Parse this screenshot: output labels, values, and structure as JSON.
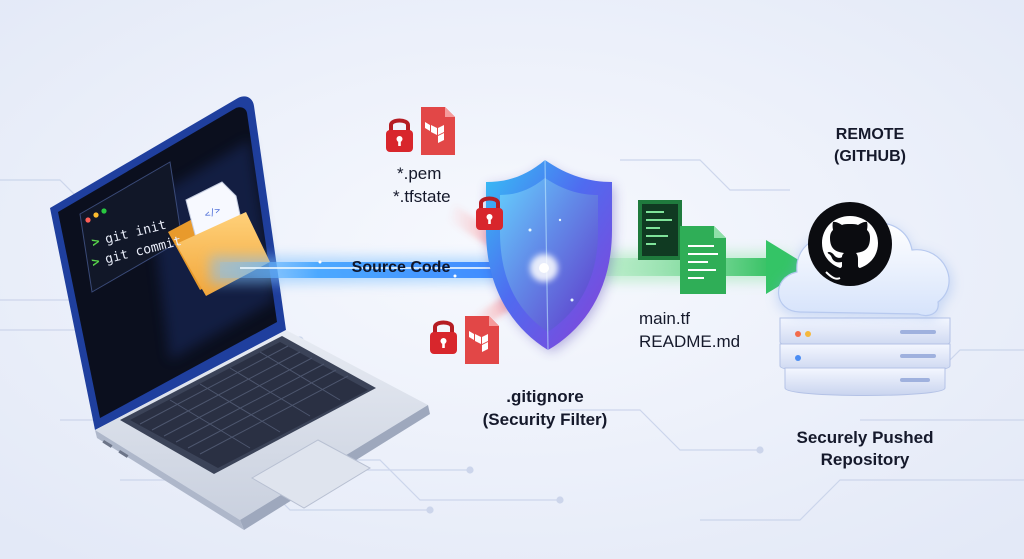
{
  "terminal": {
    "prompt_symbol": ">",
    "lines": [
      "git init",
      "git commit"
    ]
  },
  "flow": {
    "source_label": "Source Code"
  },
  "blocked_files": {
    "files": [
      "*.pem",
      "*.tfstate"
    ]
  },
  "filter": {
    "name": ".gitignore",
    "caption": "(Security Filter)"
  },
  "allowed_files": {
    "files": [
      "main.tf",
      "README.md"
    ]
  },
  "remote": {
    "title_line1": "REMOTE",
    "title_line2": "(GITHUB)",
    "caption_line1": "Securely Pushed",
    "caption_line2": "Repository"
  },
  "icons": [
    "laptop-icon",
    "terminal-window-icon",
    "folder-icon",
    "code-document-icon",
    "padlock-icon",
    "terraform-file-icon",
    "shield-icon",
    "code-file-icon",
    "github-octocat-icon",
    "cloud-icon",
    "server-stack-icon"
  ],
  "colors": {
    "background": "#eef2fb",
    "blue_flow": "#2f7bff",
    "blocked_red": "#d8262c",
    "allowed_green": "#2fbf5e",
    "shield_purple": "#7b45d9",
    "laptop_blue": "#1f3f9e"
  }
}
